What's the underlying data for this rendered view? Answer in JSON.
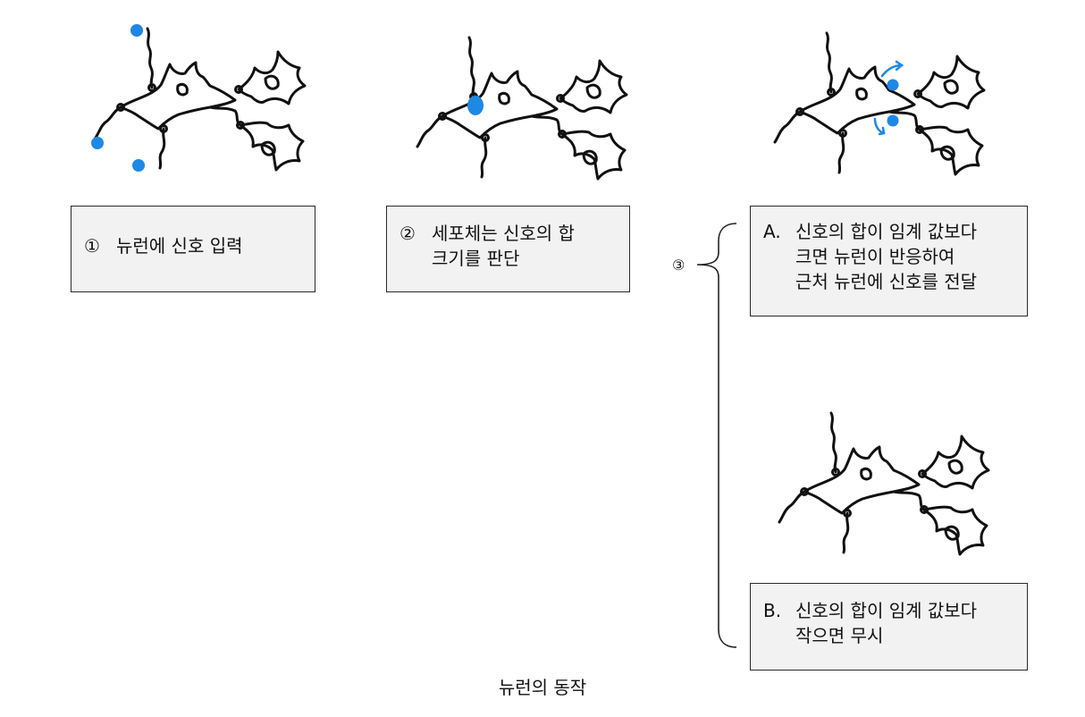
{
  "steps": [
    {
      "marker": "①",
      "lines": [
        "뉴런에 신호 입력"
      ]
    },
    {
      "marker": "②",
      "lines": [
        "세포체는 신호의 합",
        "크기를 판단"
      ]
    }
  ],
  "branch_marker": "③",
  "outcomes": [
    {
      "marker": "A.",
      "lines": [
        "신호의 합이 임계 값보다",
        "크면 뉴런이 반응하여",
        "근처 뉴런에 신호를 전달"
      ]
    },
    {
      "marker": "B.",
      "lines": [
        "신호의 합이 임계 값보다",
        "작으면 무시"
      ]
    }
  ],
  "caption": "뉴런의 동작",
  "colors": {
    "signal": "#1e88e5",
    "ink": "#111111",
    "box_fill": "#f2f2f2"
  }
}
